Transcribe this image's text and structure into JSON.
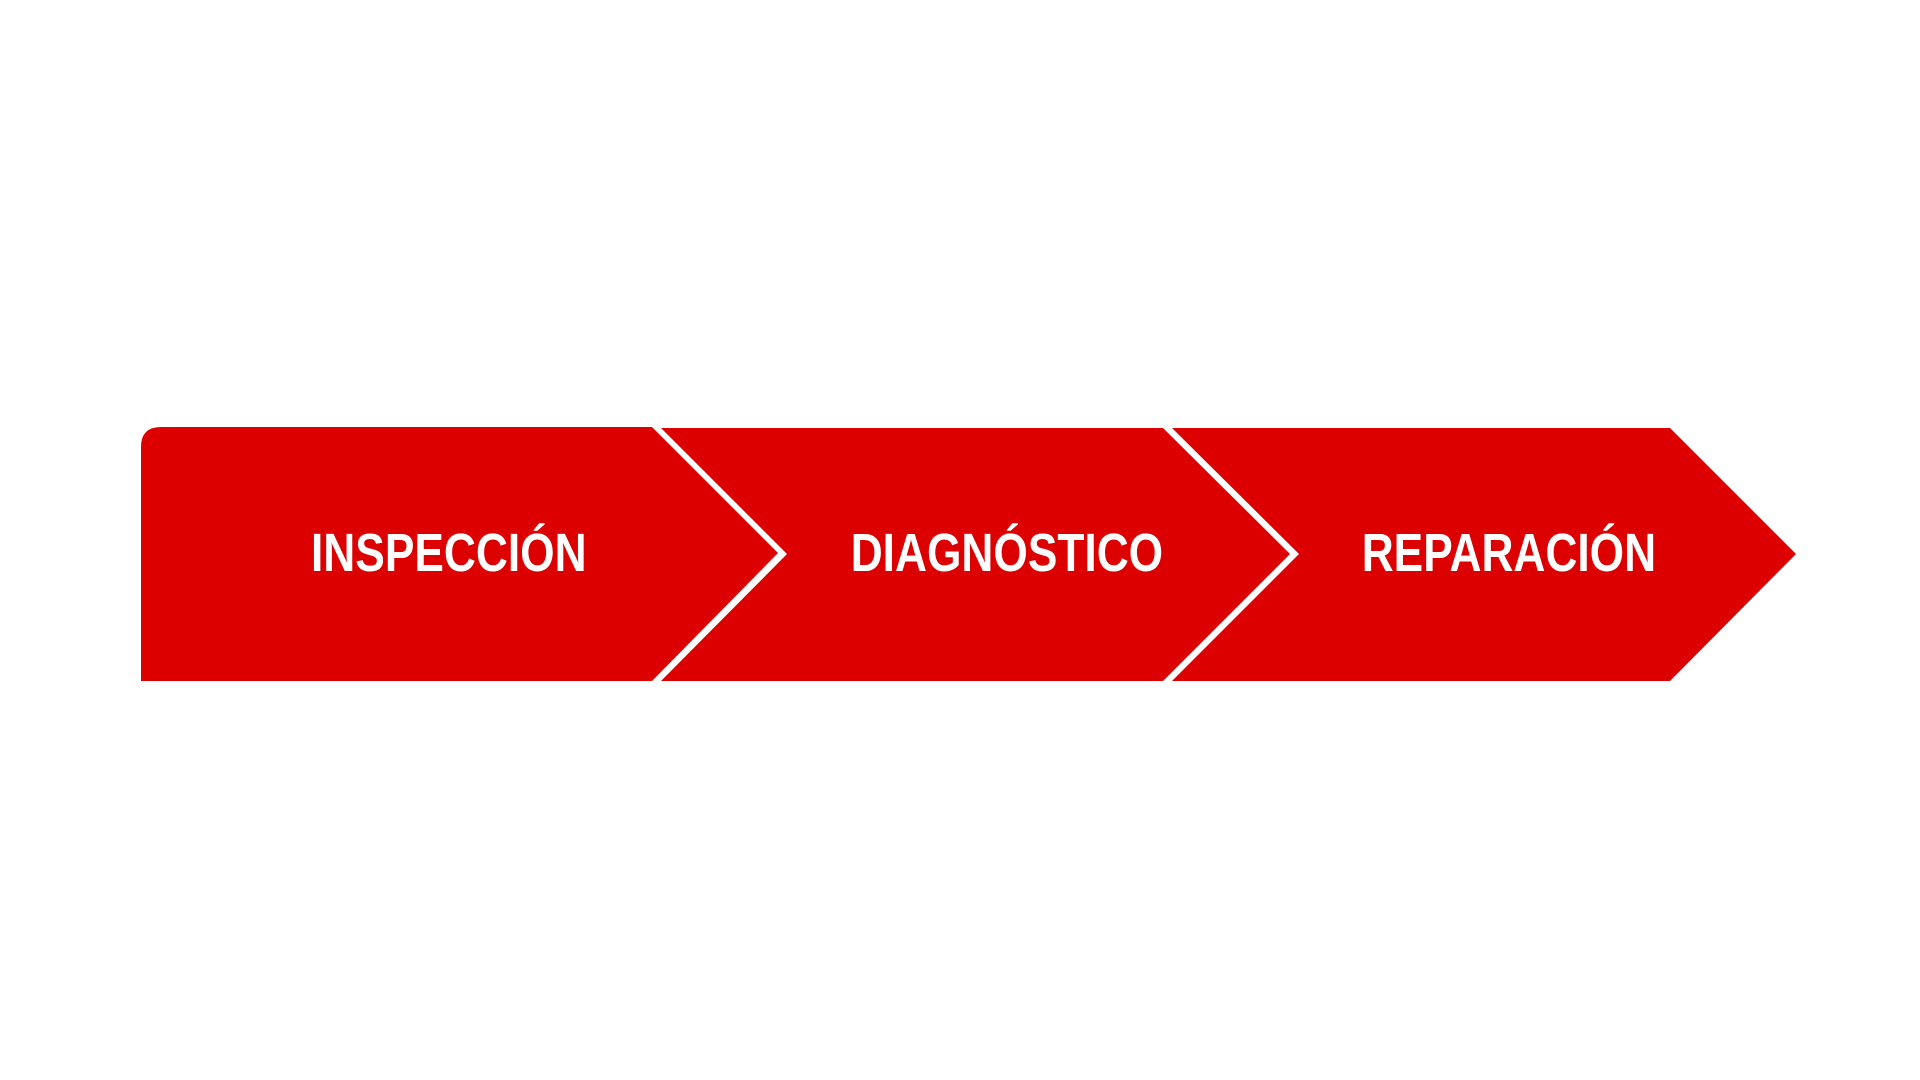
{
  "process": {
    "steps": [
      {
        "label": "INSPECCIÓN"
      },
      {
        "label": "DIAGNÓSTICO"
      },
      {
        "label": "REPARACIÓN"
      }
    ],
    "colors": {
      "fill": "#DD0000",
      "separator": "#FFFFFF",
      "text": "#FFFFFF",
      "background": "#FFFFFF"
    }
  }
}
